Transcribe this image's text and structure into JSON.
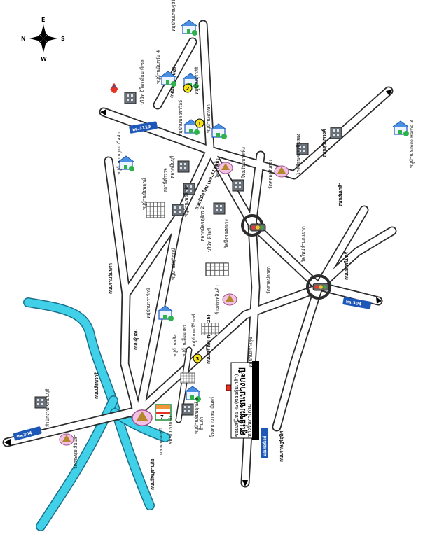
{
  "compass": {
    "n": "N",
    "e": "E",
    "s": "S",
    "w": "W"
  },
  "title": {
    "main": "ศูนย์ชุมชนบางกะปิ",
    "sub": "ซอยเสรีไทย 43(ซอยคุ้มเกล้า)",
    "sub2": "ทางขึ้นทางด่วน"
  },
  "roads": [
    "ถนนเสรีไทย (ทล.3125)",
    "ถนนนิมิตใหม่ (ทล.3119)",
    "ถนนสุวินทวงศ์",
    "ถนนหทัยราษฎร์",
    "ถนนรามอินทรา",
    "ถนนคู้บอน",
    "ถนนราษฎร์อุทิศ",
    "ถนนเลียบวารี",
    "ถนนสีหบุรานุกิจ",
    "ถนนร่มเกล้า",
    "ถนนมิตรไมตรี"
  ],
  "signs": [
    "ทล.304",
    "ทล.3119",
    "ทล.304",
    "มอเตอร์เวย์"
  ],
  "places": [
    "หมู่บ้านเศรษฐสิริ",
    "หมู่บ้านนันทวัน 4",
    "หมู่บ้านบุราสิริ",
    "บริษัท ปิโตรเลียม ดีเซล",
    "หมู่บ้านพฤกษา",
    "หมู่บ้านฟลอร่าวิลล์",
    "หมู่บ้านกาญจนาวิลล่า",
    "ตลาดมีนบุรี",
    "สถานีตำรวจ",
    "หมู่บ้านเพอร์เฟค",
    "หมู่บ้านชัยพฤกษ์",
    "วัดบางเพ็ง",
    "โรงเรียนบางเพ็ง",
    "หมู่บ้านปัฐวิกรณ์",
    "หมู่บ้านวรารักษ์",
    "วัดคลองสิบสอง",
    "โรงเรียนคลองสิบสอง",
    "หมู่บ้านลลิล",
    "ตลาดนัดจตุจักร 2",
    "วัดบึงทองหลาง",
    "บริษัท ทีโอที",
    "ห้างสรรพสินค้า",
    "หมู่บ้านมณีรินทร์",
    "หมู่บ้านเอื้ออาทร",
    "วัดลาดปลาดุก",
    "สำนักงานเขตมีนบุรี",
    "วัดกระทุ่มเสือปลา",
    "ตลาดบางกะปิ",
    "ชุมชนบางกะปิ",
    "ร้านค้า",
    "โรงพยาบาลนวมินทร์",
    "วัดใหม่ลำนกแขวก",
    "หมู่บ้านสร้างสุข",
    "หมู่บ้าน Smile Home 3",
    "หมู่บ้านชัยพฤกษ์ 3"
  ],
  "markers": {
    "one": "1",
    "two": "2",
    "three": "3"
  },
  "store": {
    "name": "7-Eleven",
    "num": "7"
  },
  "colors": {
    "road": "#2b2b2b",
    "canal": "#40d0e8",
    "sign": "#1d57b7",
    "title_bar": "#000000",
    "marker": "#f5e21a",
    "store_red": "#e63323",
    "store_green": "#1e8a3c"
  }
}
